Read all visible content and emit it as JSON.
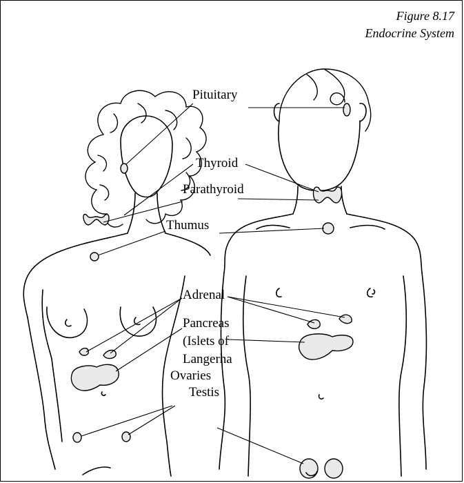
{
  "caption": {
    "figure": "Figure 8.17",
    "title": "Endocrine System"
  },
  "labels": {
    "pituitary": "Pituitary",
    "thyroid": "Thyroid",
    "parathyroid": "Parathyroid",
    "thymus": "Thumus",
    "adrenal": "Adrenal",
    "pancreas_1": "Pancreas",
    "pancreas_2": "(Islets of",
    "pancreas_3": "Langerha",
    "ovaries": "Ovaries",
    "testis": "Testis"
  }
}
